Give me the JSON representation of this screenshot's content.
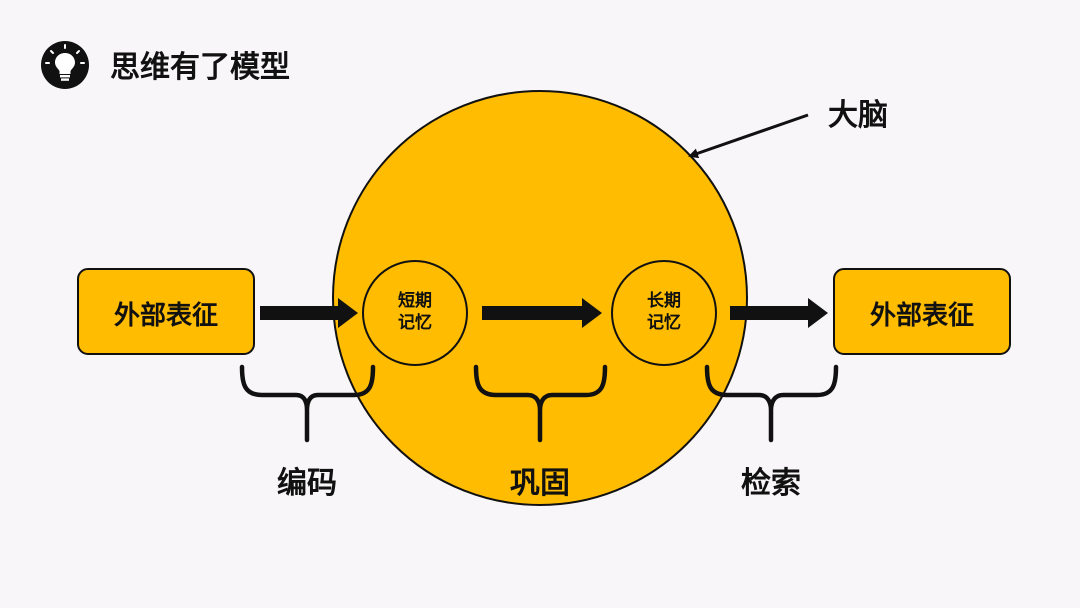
{
  "header": {
    "icon": "lightbulb-icon",
    "title": "思维有了模型"
  },
  "diagram": {
    "brain_label": "大脑",
    "input_box": "外部表征",
    "short_term": [
      "短期",
      "记忆"
    ],
    "long_term": [
      "长期",
      "记忆"
    ],
    "output_box": "外部表征",
    "stages": [
      "编码",
      "巩固",
      "检索"
    ]
  },
  "colors": {
    "yellow": "#FFBC00",
    "stroke": "#111111",
    "background": "#f8f6f9"
  }
}
